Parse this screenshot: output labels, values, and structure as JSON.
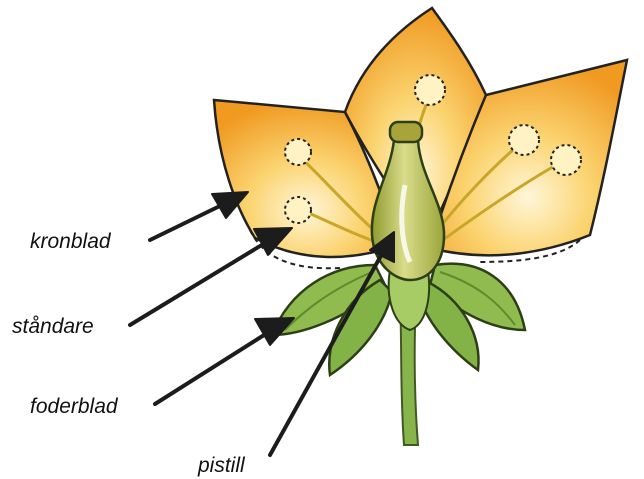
{
  "labels": {
    "kronblad": "kronblad",
    "standare": "ståndare",
    "foderblad": "foderblad",
    "pistill": "pistill"
  },
  "colors": {
    "petal_outer": "#f2a52a",
    "petal_inner": "#fbd97a",
    "petal_highlight": "#fff7dc",
    "sepal": "#8ab548",
    "sepal_dark": "#5f8a2e",
    "stem": "#7fae45",
    "pistil": "#b9c24a",
    "outline": "#222222"
  }
}
